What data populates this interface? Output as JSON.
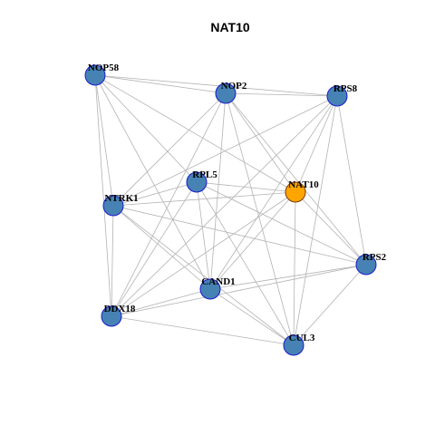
{
  "title": "NAT10",
  "colors": {
    "node_default": "#4682b4",
    "node_highlight": "#ffa500",
    "node_border_default": "#1a1acd",
    "node_border_highlight": "#7a3a00",
    "edge": "#b3b3b3"
  },
  "nodes": [
    {
      "id": "NOP58",
      "label": "NOP58"
    },
    {
      "id": "NOP2",
      "label": "NOP2"
    },
    {
      "id": "RPS8",
      "label": "RPS8"
    },
    {
      "id": "RPL5",
      "label": "RPL5"
    },
    {
      "id": "NAT10",
      "label": "NAT10",
      "highlight": true
    },
    {
      "id": "NTRK1",
      "label": "NTRK1"
    },
    {
      "id": "RPS2",
      "label": "RPS2"
    },
    {
      "id": "CAND1",
      "label": "CAND1"
    },
    {
      "id": "DDX18",
      "label": "DDX18"
    },
    {
      "id": "CUL3",
      "label": "CUL3"
    }
  ],
  "edges": [
    [
      "NOP58",
      "NOP2"
    ],
    [
      "NOP58",
      "RPS8"
    ],
    [
      "NOP58",
      "NTRK1"
    ],
    [
      "NOP58",
      "DDX18"
    ],
    [
      "NOP58",
      "NAT10"
    ],
    [
      "NOP58",
      "CAND1"
    ],
    [
      "NOP58",
      "RPL5"
    ],
    [
      "NOP2",
      "RPS8"
    ],
    [
      "NOP2",
      "NTRK1"
    ],
    [
      "NOP2",
      "NAT10"
    ],
    [
      "NOP2",
      "RPS2"
    ],
    [
      "NOP2",
      "CAND1"
    ],
    [
      "NOP2",
      "CUL3"
    ],
    [
      "NOP2",
      "DDX18"
    ],
    [
      "RPS8",
      "NTRK1"
    ],
    [
      "RPS8",
      "NAT10"
    ],
    [
      "RPS8",
      "RPS2"
    ],
    [
      "RPS8",
      "CAND1"
    ],
    [
      "RPS8",
      "CUL3"
    ],
    [
      "RPS8",
      "DDX18"
    ],
    [
      "RPL5",
      "NAT10"
    ],
    [
      "RPL5",
      "NTRK1"
    ],
    [
      "RPL5",
      "CAND1"
    ],
    [
      "RPL5",
      "CUL3"
    ],
    [
      "RPL5",
      "DDX18"
    ],
    [
      "RPL5",
      "RPS2"
    ],
    [
      "NAT10",
      "NTRK1"
    ],
    [
      "NAT10",
      "RPS2"
    ],
    [
      "NAT10",
      "CAND1"
    ],
    [
      "NAT10",
      "CUL3"
    ],
    [
      "NAT10",
      "DDX18"
    ],
    [
      "NTRK1",
      "DDX18"
    ],
    [
      "NTRK1",
      "CAND1"
    ],
    [
      "NTRK1",
      "RPS2"
    ],
    [
      "NTRK1",
      "CUL3"
    ],
    [
      "RPS2",
      "CAND1"
    ],
    [
      "RPS2",
      "CUL3"
    ],
    [
      "RPS2",
      "DDX18"
    ],
    [
      "CAND1",
      "DDX18"
    ],
    [
      "CAND1",
      "CUL3"
    ],
    [
      "DDX18",
      "CUL3"
    ]
  ]
}
